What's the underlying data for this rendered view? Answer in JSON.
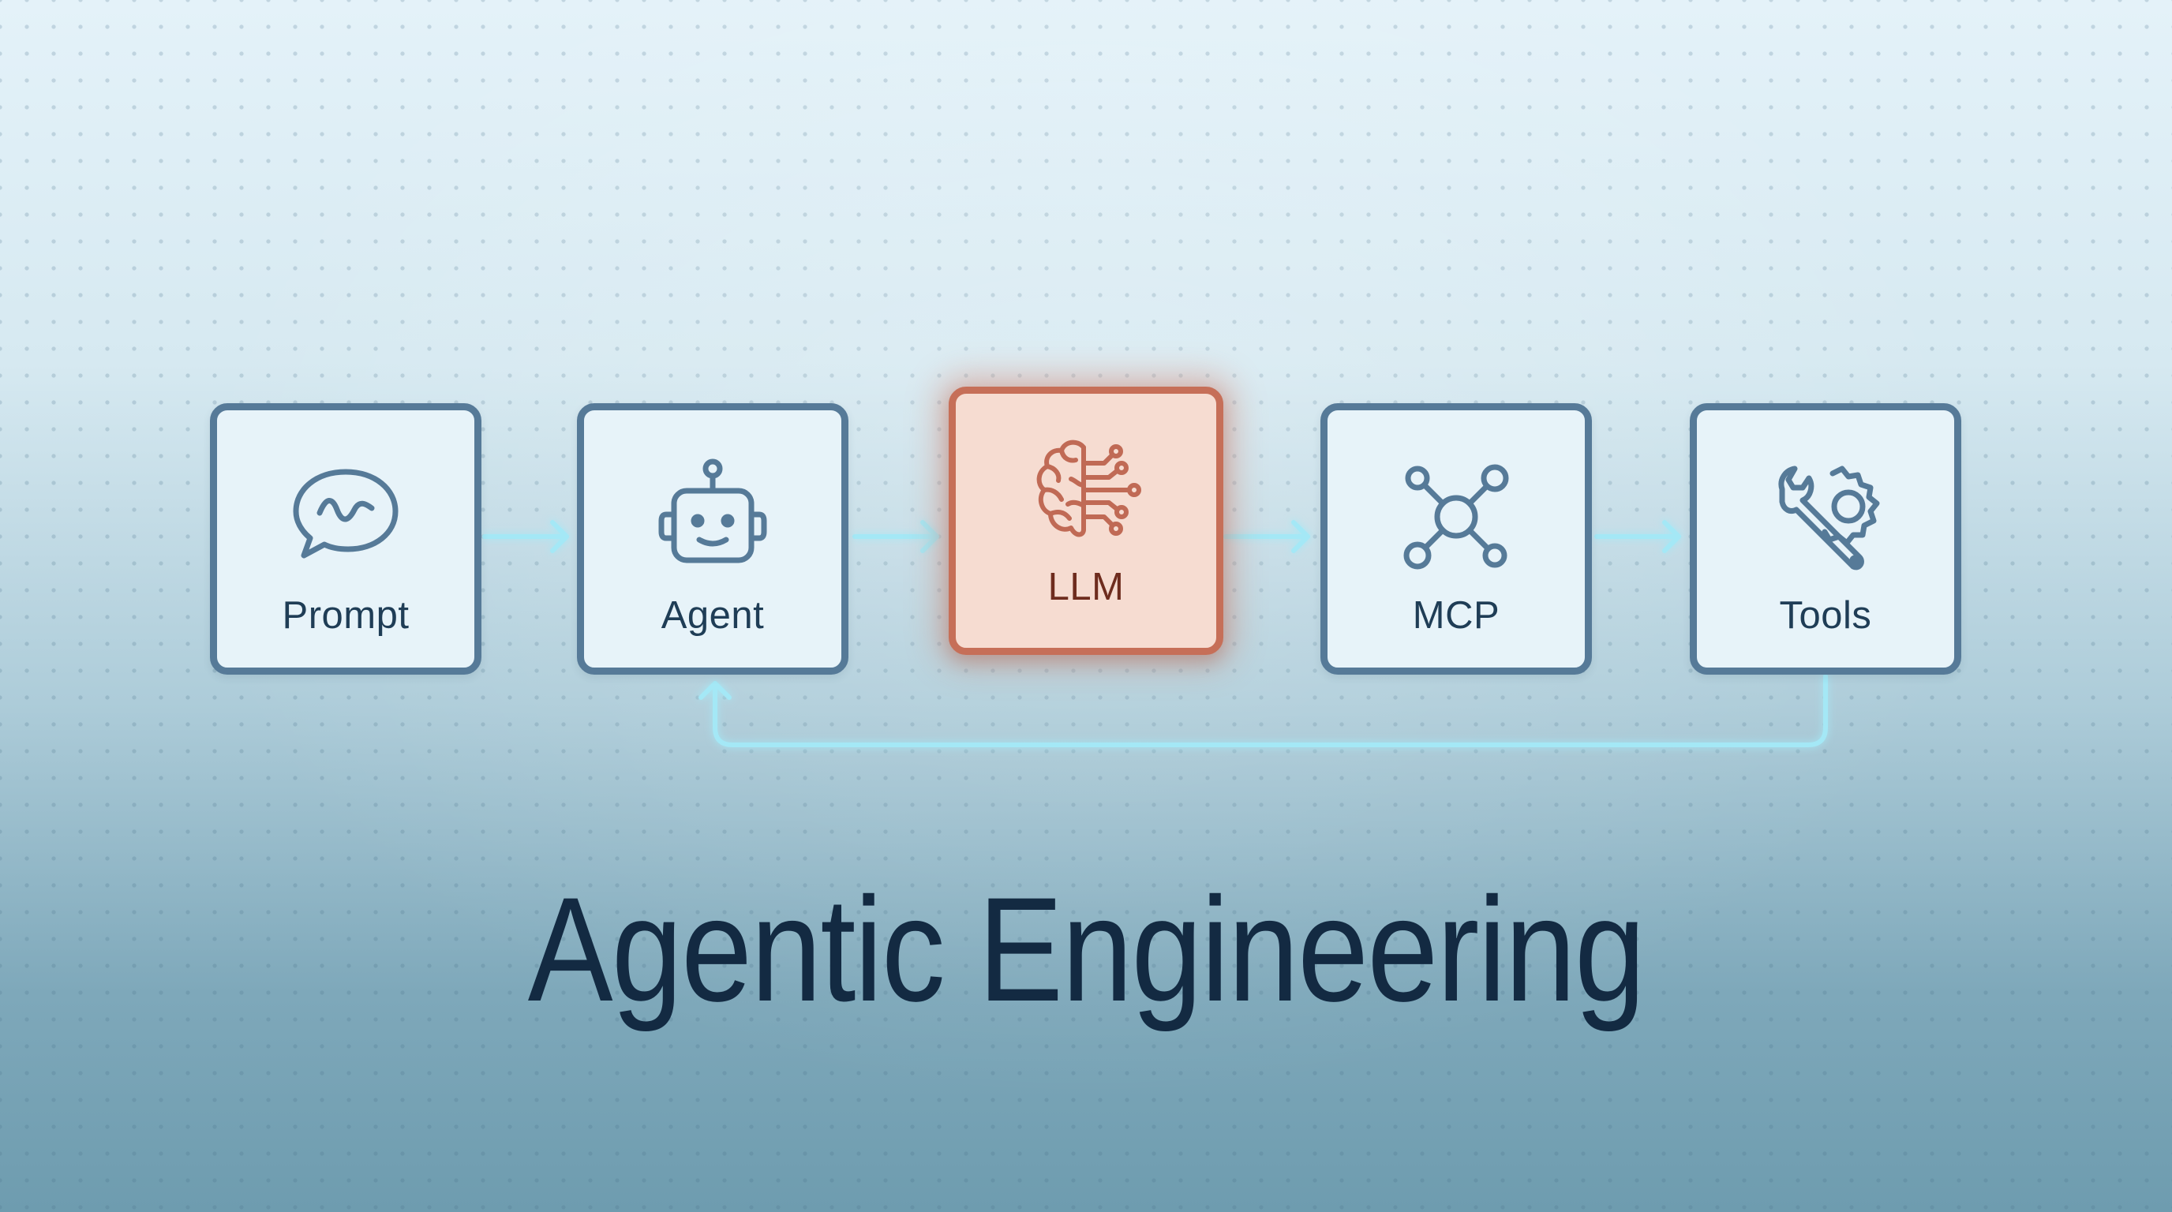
{
  "diagram": {
    "title": "Agentic Engineering",
    "nodes": [
      {
        "id": "prompt",
        "label": "Prompt",
        "icon": "speech-bubble-icon"
      },
      {
        "id": "agent",
        "label": "Agent",
        "icon": "robot-icon"
      },
      {
        "id": "llm",
        "label": "LLM",
        "icon": "brain-circuit-icon",
        "highlighted": true
      },
      {
        "id": "mcp",
        "label": "MCP",
        "icon": "network-hub-icon"
      },
      {
        "id": "tools",
        "label": "Tools",
        "icon": "wrench-gear-icon"
      }
    ],
    "edges": [
      {
        "from": "prompt",
        "to": "agent"
      },
      {
        "from": "agent",
        "to": "llm"
      },
      {
        "from": "llm",
        "to": "mcp"
      },
      {
        "from": "mcp",
        "to": "tools"
      },
      {
        "from": "tools",
        "to": "agent",
        "type": "feedback-loop"
      }
    ]
  },
  "colors": {
    "node_border": "#567a98",
    "node_fill": "#e7f3f9",
    "highlight_border": "#c66f58",
    "highlight_fill": "#f6dcd1",
    "connector": "#9fe6f4",
    "title": "#132a42"
  }
}
